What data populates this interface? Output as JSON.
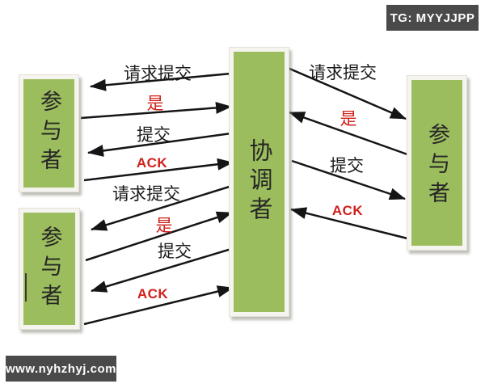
{
  "badge": {
    "text": "TG: MYYJJPP"
  },
  "watermark": {
    "text": "www.nyhzhyj.com"
  },
  "colors": {
    "box_green": "#9cbd5e",
    "frame_white": "#f5f4ef",
    "arrow_black": "#151515",
    "label_red": "#d0201a",
    "badge_bg": "#4a4a4a"
  },
  "nodes": {
    "coordinator": {
      "label": "协调者"
    },
    "participant_top_left": {
      "label": "参与者"
    },
    "participant_bottom_left": {
      "label": "参与者"
    },
    "participant_right": {
      "label": "参与者"
    }
  },
  "messages": {
    "left_top": [
      {
        "text": "请求提交",
        "from": "coordinator",
        "to": "participant",
        "color": "black"
      },
      {
        "text": "是",
        "from": "participant",
        "to": "coordinator",
        "color": "red"
      },
      {
        "text": "提交",
        "from": "coordinator",
        "to": "participant",
        "color": "black"
      },
      {
        "text": "ACK",
        "from": "participant",
        "to": "coordinator",
        "color": "red"
      }
    ],
    "left_bottom": [
      {
        "text": "请求提交",
        "from": "coordinator",
        "to": "participant",
        "color": "black"
      },
      {
        "text": "是",
        "from": "participant",
        "to": "coordinator",
        "color": "red"
      },
      {
        "text": "提交",
        "from": "coordinator",
        "to": "participant",
        "color": "black"
      },
      {
        "text": "ACK",
        "from": "participant",
        "to": "coordinator",
        "color": "red"
      }
    ],
    "right": [
      {
        "text": "请求提交",
        "from": "coordinator",
        "to": "participant",
        "color": "black"
      },
      {
        "text": "是",
        "from": "participant",
        "to": "coordinator",
        "color": "red"
      },
      {
        "text": "提交",
        "from": "coordinator",
        "to": "participant",
        "color": "black"
      },
      {
        "text": "ACK",
        "from": "participant",
        "to": "coordinator",
        "color": "red"
      }
    ]
  }
}
